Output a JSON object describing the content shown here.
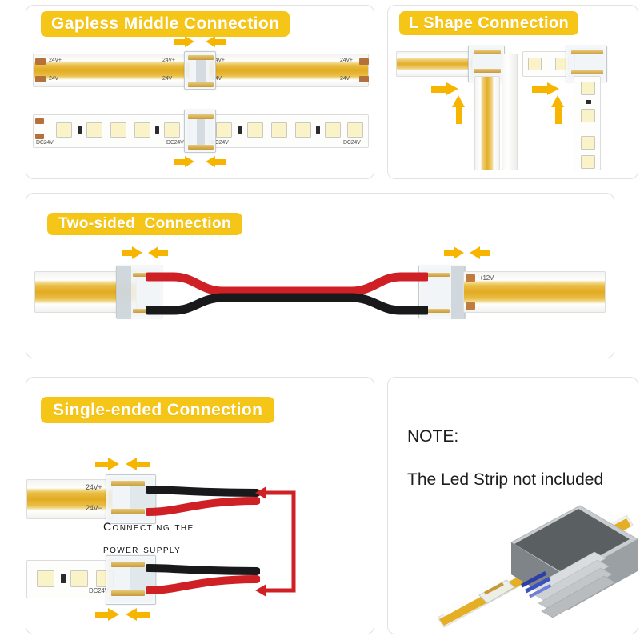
{
  "panels": {
    "gapless": {
      "title": "Gapless Middle Connection",
      "cob_labels": {
        "left_plus": "24V+",
        "left_minus": "24V−",
        "mid_left_plus": "24V+",
        "mid_left_minus": "24V−",
        "mid_right_plus": "24V+",
        "mid_right_minus": "24V−",
        "right_plus": "24V+",
        "right_minus": "24V−"
      },
      "smd_labels": {
        "left": "DC24V",
        "mid_left": "DC24V",
        "mid_right": "DC24V",
        "right": "DC24V"
      }
    },
    "lshape": {
      "title": "L Shape Connection"
    },
    "twosided": {
      "title": "Two-sided  Connection",
      "right_strip_label": "+12V"
    },
    "single": {
      "title": "Single-ended Connection",
      "cob_labels": {
        "plus": "24V+",
        "minus": "24V−"
      },
      "smd_label": "DC24V",
      "caption_line1": "Connecting the",
      "caption_line2": "power supply"
    },
    "note": {
      "heading": "NOTE:",
      "body": "The Led Strip not included"
    }
  },
  "colors": {
    "badge_yellow": "#f5c518",
    "arrow_yellow": "#f7b500",
    "wire_red": "#cf2026",
    "wire_black": "#19191b",
    "cob_phosphor": "#e2ab22",
    "panel_border": "#e2e2e2",
    "background": "#ffffff"
  },
  "icons": {
    "arrow_right": "arrow-right-icon",
    "arrow_left": "arrow-left-icon",
    "arrow_up": "arrow-up-icon"
  }
}
